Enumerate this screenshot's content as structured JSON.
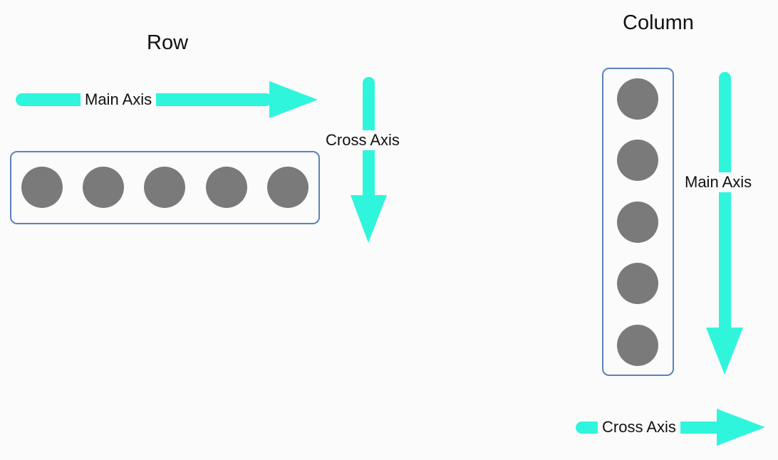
{
  "row": {
    "title": "Row",
    "main_axis_label": "Main Axis",
    "cross_axis_label": "Cross Axis",
    "item_count": 5
  },
  "column": {
    "title": "Column",
    "main_axis_label": "Main Axis",
    "cross_axis_label": "Cross Axis",
    "item_count": 5
  },
  "colors": {
    "arrow": "#2ff5dd",
    "container_border": "#5a82bf",
    "item": "#7a7a7a",
    "background": "#fbfbfb"
  }
}
